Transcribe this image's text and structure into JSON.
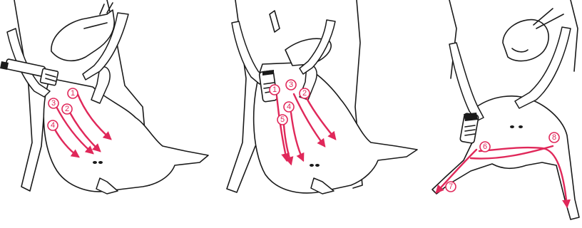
{
  "colors": {
    "arrow": "#e0285a",
    "ink": "#1a1a1a"
  },
  "panels": [
    {
      "strokes": [
        "1",
        "2",
        "3",
        "4"
      ]
    },
    {
      "strokes": [
        "1",
        "2",
        "3",
        "4",
        "5"
      ]
    },
    {
      "strokes": [
        "6",
        "7",
        "8"
      ]
    }
  ]
}
